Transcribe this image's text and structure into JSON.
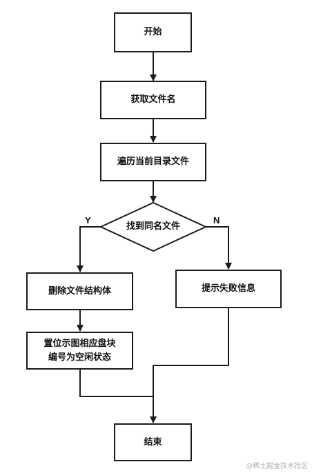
{
  "nodes": {
    "start": "开始",
    "get_name": "获取文件名",
    "traverse": "遍历当前目录文件",
    "decision": "找到同名文件",
    "delete": "删除文件结构体",
    "set_line1": "置位示图相应盘块",
    "set_line2": "编号为空闲状态",
    "fail": "提示失败信息",
    "end": "结束"
  },
  "branch_labels": {
    "yes": "Y",
    "no": "N"
  },
  "watermark": "@稀土掘金技术社区"
}
